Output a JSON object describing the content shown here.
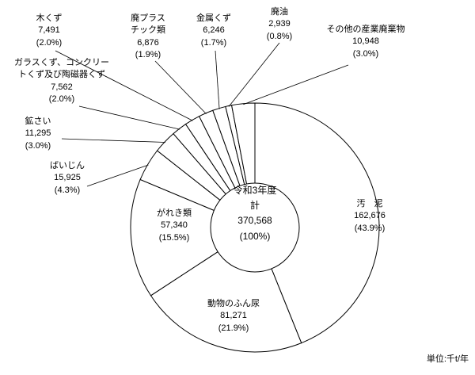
{
  "chart_data": {
    "type": "pie",
    "donut": true,
    "start_angle": "top",
    "direction": "clockwise",
    "legend_position": "none",
    "unit_note": "単位:千t/年",
    "center_label": {
      "era": "令和3年度",
      "total_label": "計",
      "total": "370,568",
      "pct": "(100%)"
    },
    "slices": [
      {
        "name": "汚泥",
        "label_lines": [
          "汚　泥"
        ],
        "value": 162676,
        "value_str": "162,676",
        "pct": 43.9,
        "pct_str": "(43.9%)",
        "label_placement": "inside"
      },
      {
        "name": "動物のふん尿",
        "label_lines": [
          "動物のふん尿"
        ],
        "value": 81271,
        "value_str": "81,271",
        "pct": 21.9,
        "pct_str": "(21.9%)",
        "label_placement": "inside"
      },
      {
        "name": "がれき類",
        "label_lines": [
          "がれき類"
        ],
        "value": 57340,
        "value_str": "57,340",
        "pct": 15.5,
        "pct_str": "(15.5%)",
        "label_placement": "inside"
      },
      {
        "name": "ばいじん",
        "label_lines": [
          "ばいじん"
        ],
        "value": 15925,
        "value_str": "15,925",
        "pct": 4.3,
        "pct_str": "(4.3%)",
        "label_placement": "outside"
      },
      {
        "name": "鉱さい",
        "label_lines": [
          "鉱さい"
        ],
        "value": 11295,
        "value_str": "11,295",
        "pct": 3.0,
        "pct_str": "(3.0%)",
        "label_placement": "outside"
      },
      {
        "name": "ガラスくず、コンクリートくず及び陶磁器くず",
        "label_lines": [
          "ガラスくず、コンクリー",
          "トくず及び陶磁器くず"
        ],
        "value": 7562,
        "value_str": "7,562",
        "pct": 2.0,
        "pct_str": "(2.0%)",
        "label_placement": "outside"
      },
      {
        "name": "木くず",
        "label_lines": [
          "木くず"
        ],
        "value": 7491,
        "value_str": "7,491",
        "pct": 2.0,
        "pct_str": "(2.0%)",
        "label_placement": "outside"
      },
      {
        "name": "廃プラスチック類",
        "label_lines": [
          "廃プラス",
          "チック類"
        ],
        "value": 6876,
        "value_str": "6,876",
        "pct": 1.9,
        "pct_str": "(1.9%)",
        "label_placement": "outside"
      },
      {
        "name": "金属くず",
        "label_lines": [
          "金属くず"
        ],
        "value": 6246,
        "value_str": "6,246",
        "pct": 1.7,
        "pct_str": "(1.7%)",
        "label_placement": "outside"
      },
      {
        "name": "廃油",
        "label_lines": [
          "廃油"
        ],
        "value": 2939,
        "value_str": "2,939",
        "pct": 0.8,
        "pct_str": "(0.8%)",
        "label_placement": "outside"
      },
      {
        "name": "その他の産業廃棄物",
        "label_lines": [
          "その他の産業廃棄物"
        ],
        "value": 10948,
        "value_str": "10,948",
        "pct": 3.0,
        "pct_str": "(3.0%)",
        "label_placement": "outside"
      }
    ]
  }
}
